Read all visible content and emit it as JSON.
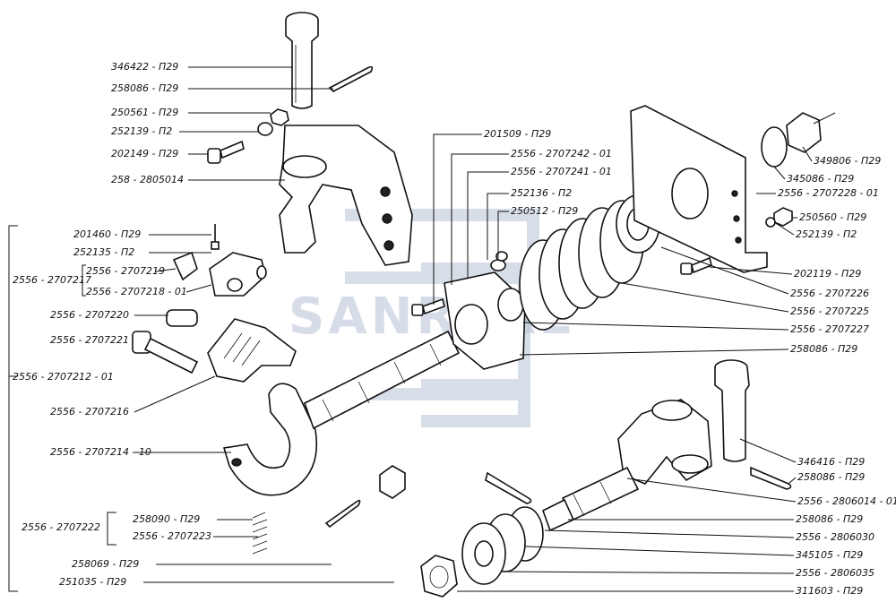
{
  "watermark": {
    "text": "SANREAL"
  },
  "labels": {
    "p346422": "346422 - П29",
    "p258086a": "258086 - П29",
    "p250561": "250561 - П29",
    "p252139a": "252139 - П2",
    "p202149": "202149 - П29",
    "p2805014": "258 - 2805014",
    "p201460": "201460 - П29",
    "p252135": "252135 - П2",
    "p2707217": "2556 - 2707217",
    "p2707219": "2556 - 2707219",
    "p2707218": "2556 - 2707218 - 01",
    "p2707220": "2556 - 2707220",
    "p2707221": "2556 - 2707221",
    "p2707212": "2556 - 2707212 - 01",
    "p2707216": "2556 - 2707216",
    "p2707214": "2556 - 2707214 - 10",
    "p2707222": "2556 - 2707222",
    "p258090": "258090 - П29",
    "p2707223": "2556 - 2707223",
    "p258069": "258069 - П29",
    "p251035": "251035 - П29",
    "p201509": "201509 - П29",
    "p2707242": "2556 - 2707242 - 01",
    "p2707241": "2556 - 2707241 - 01",
    "p252136": "252136 - П2",
    "p250512": "250512 - П29",
    "p349806": "349806 - П29",
    "p345086": "345086 - П29",
    "p2707228": "2556 - 2707228 - 01",
    "p250560": "250560 - П29",
    "p252139b": "252139 - П2",
    "p202119": "202119 - П29",
    "p2707226": "2556 - 2707226",
    "p2707225": "2556 - 2707225",
    "p2707227": "2556 - 2707227",
    "p258086b": "258086 - П29",
    "p346416": "346416 - П29",
    "p258086c": "258086 - П29",
    "p2806014": "2556 - 2806014 - 01",
    "p258086d": "258086 - П29",
    "p2806030": "2556 - 2806030",
    "p345105": "345105 - П29",
    "p2806035": "2556 - 2806035",
    "p311603": "311603 - П29"
  }
}
